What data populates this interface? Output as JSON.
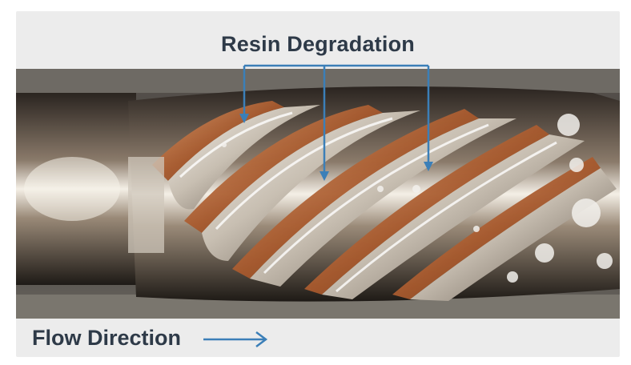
{
  "caption": {
    "title": "Resin Degradation",
    "flow_label": "Flow Direction"
  },
  "image": {
    "subject": "screw-flight-photo",
    "accent_color": "#3b7fb8",
    "text_color": "#2e3a48"
  }
}
